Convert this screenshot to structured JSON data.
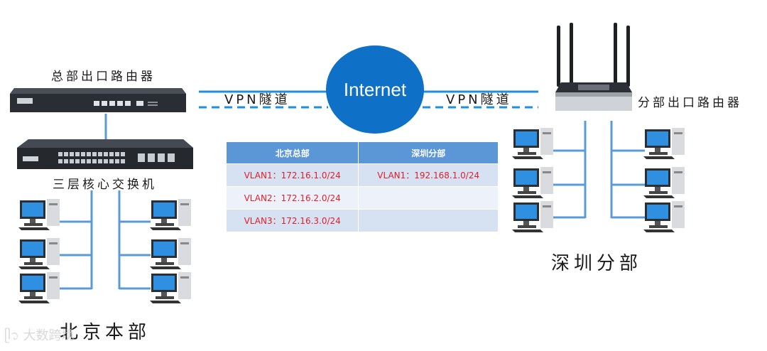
{
  "labels": {
    "hq_router": "总部出口路由器",
    "core_switch": "三层核心交换机",
    "hq_site": "北京本部",
    "branch_router": "分部出口路由器",
    "branch_site": "深圳分部",
    "internet": "Internet",
    "vpn_left": "VPN隧道",
    "vpn_right": "VPN隧道"
  },
  "table": {
    "headers": [
      "北京总部",
      "深圳分部"
    ],
    "rows": [
      [
        "VLAN1：172.16.1.0/24",
        "VLAN1：192.168.1.0/24"
      ],
      [
        "VLAN2：172.16.2.0/24",
        ""
      ],
      [
        "VLAN3：172.16.3.0/24",
        ""
      ]
    ]
  },
  "watermark": "大数跨境",
  "colors": {
    "link_blue": "#1d8fe0",
    "internet_blue": "#0f70c8",
    "table_header": "#5b96d6",
    "ip_text": "#e0202a"
  }
}
